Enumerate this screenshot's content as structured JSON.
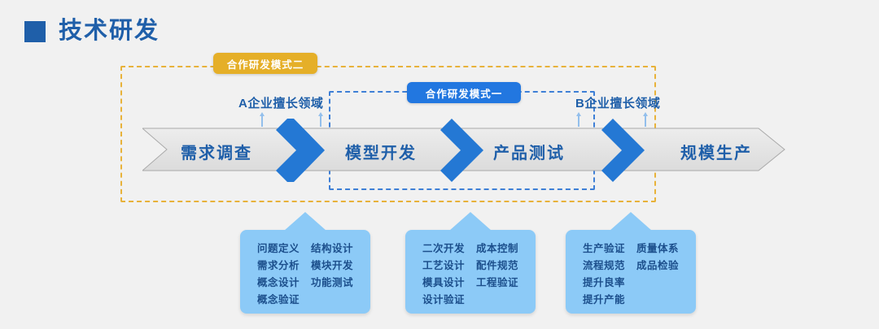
{
  "title": {
    "text": "技术研发",
    "bullet_color": "#1F5FA9",
    "text_color": "#1F5FA9"
  },
  "badges": [
    {
      "id": "mode-two",
      "label": "合作研发模式二",
      "color": "#E5AF28"
    },
    {
      "id": "mode-one",
      "label": "合作研发模式一",
      "color": "#2277E0"
    }
  ],
  "frames": [
    {
      "id": "orange-scope",
      "color": "#E8B23A",
      "style": "dashed"
    },
    {
      "id": "blue-scope",
      "color": "#3E7FD6",
      "style": "dashed"
    }
  ],
  "domain_labels": [
    {
      "id": "company-a",
      "text": "A企业擅长领域"
    },
    {
      "id": "company-b",
      "text": "B企业擅长领域"
    }
  ],
  "process": {
    "banner_fill": "#E6E6E6",
    "chevron_color": "#2478D4",
    "stages": [
      {
        "label": "需求调查"
      },
      {
        "label": "模型开发"
      },
      {
        "label": "产品测试"
      },
      {
        "label": "规模生产"
      }
    ]
  },
  "callouts": [
    {
      "id": "callout-1",
      "col1": [
        "问题定义",
        "需求分析",
        "概念设计",
        "概念验证"
      ],
      "col2": [
        "结构设计",
        "模块开发",
        "功能测试"
      ]
    },
    {
      "id": "callout-2",
      "col1": [
        "二次开发",
        "工艺设计",
        "模具设计",
        "设计验证"
      ],
      "col2": [
        "成本控制",
        "配件规范",
        "工程验证"
      ]
    },
    {
      "id": "callout-3",
      "col1": [
        "生产验证",
        "流程规范",
        "提升良率",
        "提升产能"
      ],
      "col2": [
        "质量体系",
        "成品检验"
      ]
    }
  ]
}
